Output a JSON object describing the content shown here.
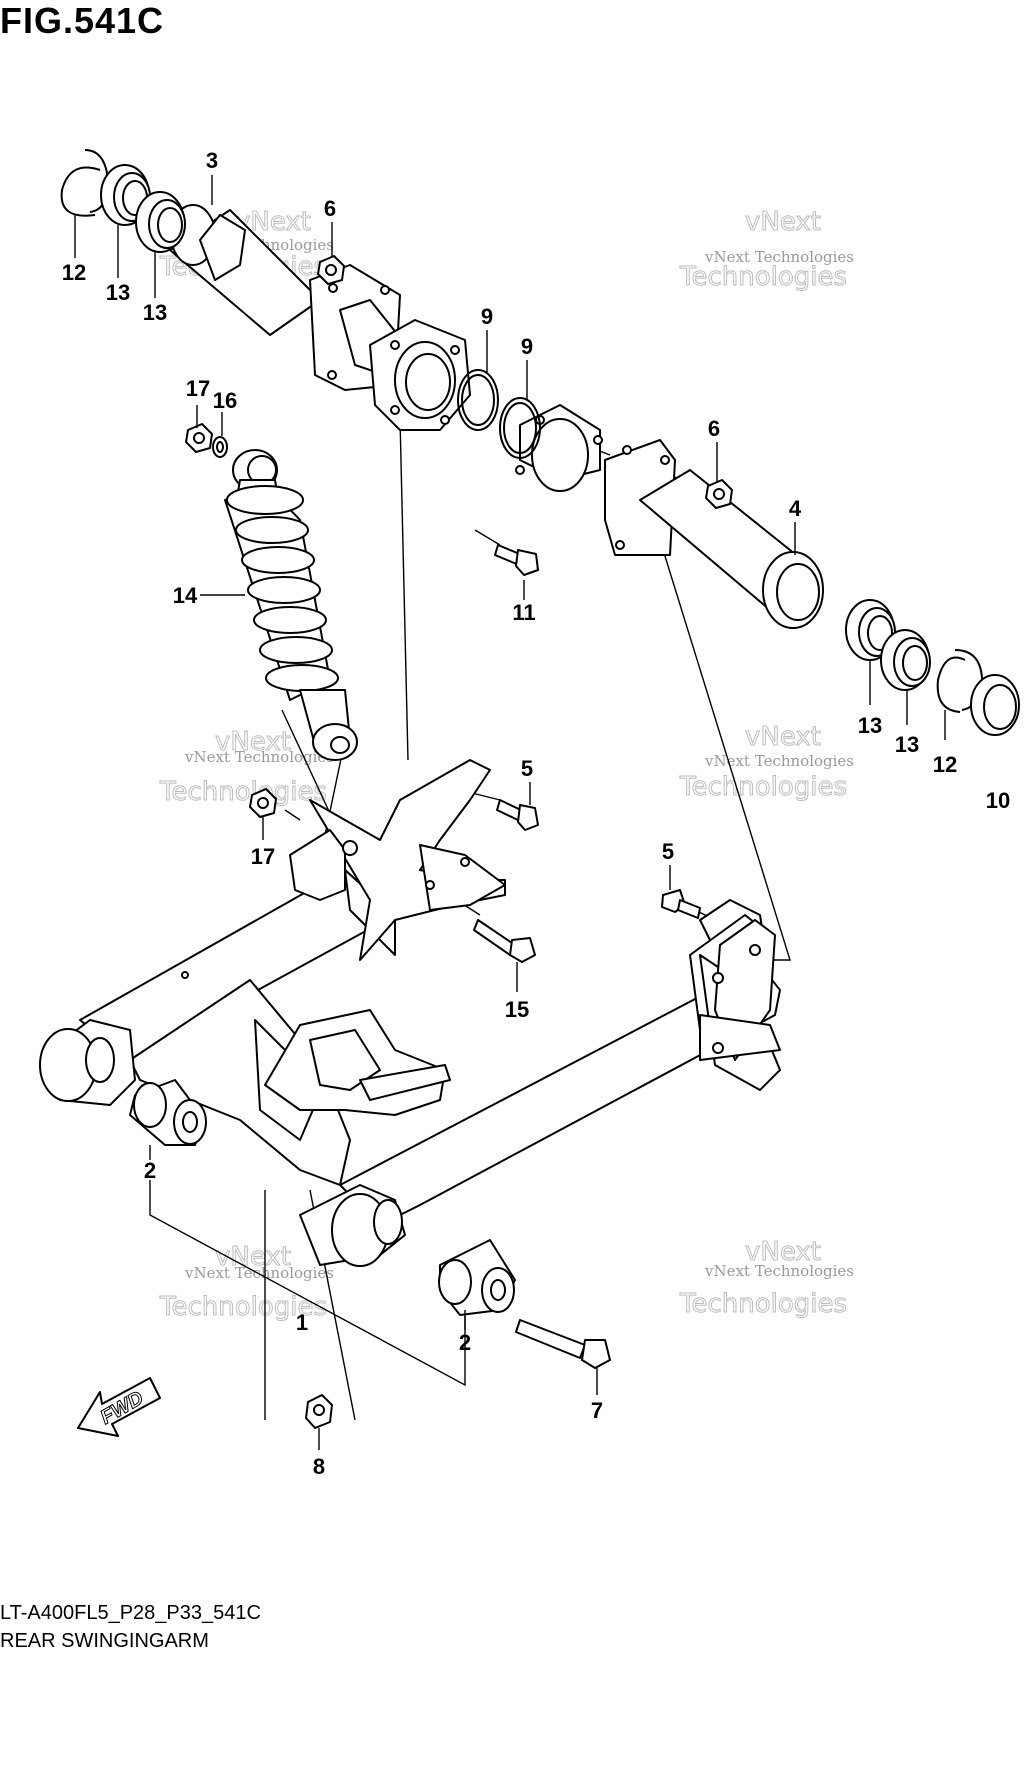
{
  "figure": {
    "title": "FIG.541C",
    "model_code": "LT-A400FL5_P28_P33_541C",
    "part_name": "REAR SWINGINGARM",
    "fwd_label": "FWD"
  },
  "watermark": {
    "line1": "vNext Technologies",
    "line2": "vNext",
    "line3": "Technologies"
  },
  "callouts": [
    {
      "id": "1",
      "label": "1"
    },
    {
      "id": "2a",
      "label": "2"
    },
    {
      "id": "2b",
      "label": "2"
    },
    {
      "id": "3",
      "label": "3"
    },
    {
      "id": "4",
      "label": "4"
    },
    {
      "id": "5a",
      "label": "5"
    },
    {
      "id": "5b",
      "label": "5"
    },
    {
      "id": "6a",
      "label": "6"
    },
    {
      "id": "6b",
      "label": "6"
    },
    {
      "id": "7",
      "label": "7"
    },
    {
      "id": "8",
      "label": "8"
    },
    {
      "id": "9a",
      "label": "9"
    },
    {
      "id": "9b",
      "label": "9"
    },
    {
      "id": "10",
      "label": "10"
    },
    {
      "id": "11",
      "label": "11"
    },
    {
      "id": "12a",
      "label": "12"
    },
    {
      "id": "12b",
      "label": "12"
    },
    {
      "id": "13a",
      "label": "13"
    },
    {
      "id": "13b",
      "label": "13"
    },
    {
      "id": "13c",
      "label": "13"
    },
    {
      "id": "13d",
      "label": "13"
    },
    {
      "id": "14",
      "label": "14"
    },
    {
      "id": "15",
      "label": "15"
    },
    {
      "id": "16",
      "label": "16"
    },
    {
      "id": "17a",
      "label": "17"
    },
    {
      "id": "17b",
      "label": "17"
    }
  ]
}
